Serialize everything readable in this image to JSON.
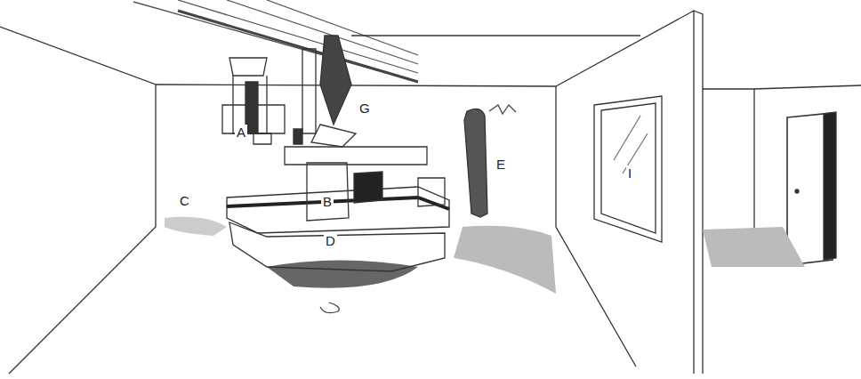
{
  "diagram": {
    "labels": [
      "A",
      "G",
      "E",
      "C",
      "B",
      "D",
      "I"
    ]
  }
}
